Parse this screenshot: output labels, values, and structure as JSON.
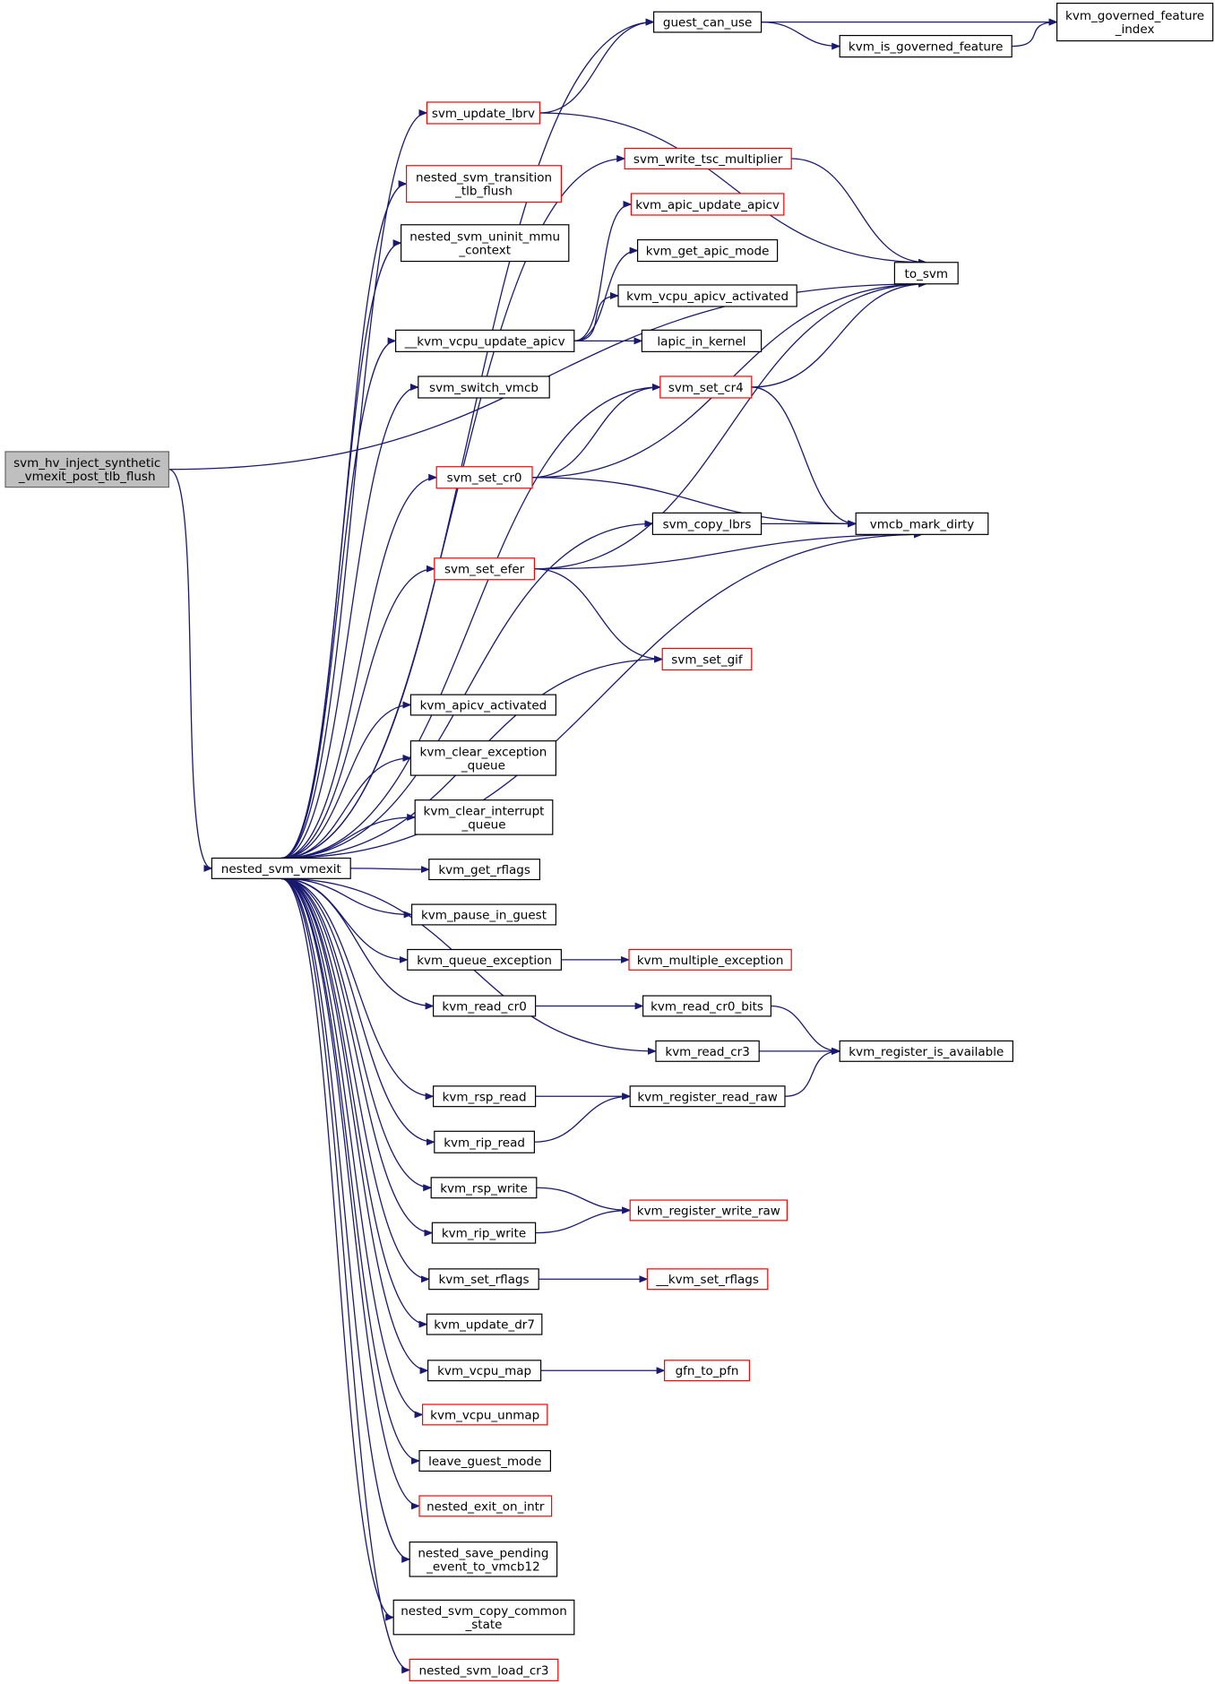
{
  "colors": {
    "edge": "#191970",
    "node_border_default": "#000000",
    "node_border_truncated": "#ff0000",
    "node_fill_default": "#ffffff",
    "node_fill_root": "#bfbfbf",
    "node_border_root": "#666666"
  },
  "nodes": [
    {
      "id": "root",
      "lines": [
        "svm_hv_inject_synthetic",
        "_vmexit_post_tlb_flush"
      ],
      "style": "root"
    },
    {
      "id": "nested_svm_vmexit",
      "lines": [
        "nested_svm_vmexit"
      ],
      "style": "normal"
    },
    {
      "id": "guest_can_use",
      "lines": [
        "guest_can_use"
      ],
      "style": "normal"
    },
    {
      "id": "kvm_governed_feature_index",
      "lines": [
        "kvm_governed_feature",
        "_index"
      ],
      "style": "normal"
    },
    {
      "id": "kvm_is_governed_feature",
      "lines": [
        "kvm_is_governed_feature"
      ],
      "style": "normal"
    },
    {
      "id": "svm_update_lbrv",
      "lines": [
        "svm_update_lbrv"
      ],
      "style": "red"
    },
    {
      "id": "nested_svm_transition_tlb_flush",
      "lines": [
        "nested_svm_transition",
        "_tlb_flush"
      ],
      "style": "red"
    },
    {
      "id": "nested_svm_uninit_mmu_context",
      "lines": [
        "nested_svm_uninit_mmu",
        "_context"
      ],
      "style": "normal"
    },
    {
      "id": "svm_write_tsc_multiplier",
      "lines": [
        "svm_write_tsc_multiplier"
      ],
      "style": "red"
    },
    {
      "id": "kvm_apic_update_apicv",
      "lines": [
        "kvm_apic_update_apicv"
      ],
      "style": "red"
    },
    {
      "id": "kvm_get_apic_mode",
      "lines": [
        "kvm_get_apic_mode"
      ],
      "style": "normal"
    },
    {
      "id": "kvm_vcpu_apicv_activated",
      "lines": [
        "kvm_vcpu_apicv_activated"
      ],
      "style": "normal"
    },
    {
      "id": "to_svm",
      "lines": [
        "to_svm"
      ],
      "style": "normal"
    },
    {
      "id": "__kvm_vcpu_update_apicv",
      "lines": [
        "__kvm_vcpu_update_apicv"
      ],
      "style": "normal"
    },
    {
      "id": "lapic_in_kernel",
      "lines": [
        "lapic_in_kernel"
      ],
      "style": "normal"
    },
    {
      "id": "svm_switch_vmcb",
      "lines": [
        "svm_switch_vmcb"
      ],
      "style": "normal"
    },
    {
      "id": "svm_set_cr4",
      "lines": [
        "svm_set_cr4"
      ],
      "style": "red"
    },
    {
      "id": "svm_set_cr0",
      "lines": [
        "svm_set_cr0"
      ],
      "style": "red"
    },
    {
      "id": "svm_copy_lbrs",
      "lines": [
        "svm_copy_lbrs"
      ],
      "style": "normal"
    },
    {
      "id": "vmcb_mark_dirty",
      "lines": [
        "vmcb_mark_dirty"
      ],
      "style": "normal"
    },
    {
      "id": "svm_set_efer",
      "lines": [
        "svm_set_efer"
      ],
      "style": "red"
    },
    {
      "id": "svm_set_gif",
      "lines": [
        "svm_set_gif"
      ],
      "style": "red"
    },
    {
      "id": "kvm_apicv_activated",
      "lines": [
        "kvm_apicv_activated"
      ],
      "style": "normal"
    },
    {
      "id": "kvm_clear_exception_queue",
      "lines": [
        "kvm_clear_exception",
        "_queue"
      ],
      "style": "normal"
    },
    {
      "id": "kvm_clear_interrupt_queue",
      "lines": [
        "kvm_clear_interrupt",
        "_queue"
      ],
      "style": "normal"
    },
    {
      "id": "kvm_get_rflags",
      "lines": [
        "kvm_get_rflags"
      ],
      "style": "normal"
    },
    {
      "id": "kvm_pause_in_guest",
      "lines": [
        "kvm_pause_in_guest"
      ],
      "style": "normal"
    },
    {
      "id": "kvm_queue_exception",
      "lines": [
        "kvm_queue_exception"
      ],
      "style": "normal"
    },
    {
      "id": "kvm_multiple_exception",
      "lines": [
        "kvm_multiple_exception"
      ],
      "style": "red"
    },
    {
      "id": "kvm_read_cr0",
      "lines": [
        "kvm_read_cr0"
      ],
      "style": "normal"
    },
    {
      "id": "kvm_read_cr0_bits",
      "lines": [
        "kvm_read_cr0_bits"
      ],
      "style": "normal"
    },
    {
      "id": "kvm_read_cr3",
      "lines": [
        "kvm_read_cr3"
      ],
      "style": "normal"
    },
    {
      "id": "kvm_register_is_available",
      "lines": [
        "kvm_register_is_available"
      ],
      "style": "normal"
    },
    {
      "id": "kvm_rsp_read",
      "lines": [
        "kvm_rsp_read"
      ],
      "style": "normal"
    },
    {
      "id": "kvm_register_read_raw",
      "lines": [
        "kvm_register_read_raw"
      ],
      "style": "normal"
    },
    {
      "id": "kvm_rip_read",
      "lines": [
        "kvm_rip_read"
      ],
      "style": "normal"
    },
    {
      "id": "kvm_rsp_write",
      "lines": [
        "kvm_rsp_write"
      ],
      "style": "normal"
    },
    {
      "id": "kvm_register_write_raw",
      "lines": [
        "kvm_register_write_raw"
      ],
      "style": "red"
    },
    {
      "id": "kvm_rip_write",
      "lines": [
        "kvm_rip_write"
      ],
      "style": "normal"
    },
    {
      "id": "kvm_set_rflags",
      "lines": [
        "kvm_set_rflags"
      ],
      "style": "normal"
    },
    {
      "id": "__kvm_set_rflags",
      "lines": [
        "__kvm_set_rflags"
      ],
      "style": "red"
    },
    {
      "id": "kvm_update_dr7",
      "lines": [
        "kvm_update_dr7"
      ],
      "style": "normal"
    },
    {
      "id": "kvm_vcpu_map",
      "lines": [
        "kvm_vcpu_map"
      ],
      "style": "normal"
    },
    {
      "id": "gfn_to_pfn",
      "lines": [
        "gfn_to_pfn"
      ],
      "style": "red"
    },
    {
      "id": "kvm_vcpu_unmap",
      "lines": [
        "kvm_vcpu_unmap"
      ],
      "style": "red"
    },
    {
      "id": "leave_guest_mode",
      "lines": [
        "leave_guest_mode"
      ],
      "style": "normal"
    },
    {
      "id": "nested_exit_on_intr",
      "lines": [
        "nested_exit_on_intr"
      ],
      "style": "red"
    },
    {
      "id": "nested_save_pending_event_to_vmcb12",
      "lines": [
        "nested_save_pending",
        "_event_to_vmcb12"
      ],
      "style": "normal"
    },
    {
      "id": "nested_svm_copy_common_state",
      "lines": [
        "nested_svm_copy_common",
        "_state"
      ],
      "style": "normal"
    },
    {
      "id": "nested_svm_load_cr3",
      "lines": [
        "nested_svm_load_cr3"
      ],
      "style": "red"
    }
  ],
  "edges": [
    [
      "root",
      "to_svm"
    ],
    [
      "root",
      "nested_svm_vmexit"
    ],
    [
      "nested_svm_vmexit",
      "guest_can_use"
    ],
    [
      "nested_svm_vmexit",
      "svm_update_lbrv"
    ],
    [
      "nested_svm_vmexit",
      "nested_svm_transition_tlb_flush"
    ],
    [
      "nested_svm_vmexit",
      "nested_svm_uninit_mmu_context"
    ],
    [
      "nested_svm_vmexit",
      "svm_write_tsc_multiplier"
    ],
    [
      "nested_svm_vmexit",
      "__kvm_vcpu_update_apicv"
    ],
    [
      "nested_svm_vmexit",
      "svm_switch_vmcb"
    ],
    [
      "nested_svm_vmexit",
      "svm_set_cr4"
    ],
    [
      "nested_svm_vmexit",
      "svm_set_cr0"
    ],
    [
      "nested_svm_vmexit",
      "svm_copy_lbrs"
    ],
    [
      "nested_svm_vmexit",
      "svm_set_efer"
    ],
    [
      "nested_svm_vmexit",
      "svm_set_gif"
    ],
    [
      "nested_svm_vmexit",
      "vmcb_mark_dirty"
    ],
    [
      "nested_svm_vmexit",
      "kvm_apicv_activated"
    ],
    [
      "nested_svm_vmexit",
      "kvm_clear_exception_queue"
    ],
    [
      "nested_svm_vmexit",
      "kvm_clear_interrupt_queue"
    ],
    [
      "nested_svm_vmexit",
      "kvm_get_rflags"
    ],
    [
      "nested_svm_vmexit",
      "kvm_pause_in_guest"
    ],
    [
      "nested_svm_vmexit",
      "kvm_queue_exception"
    ],
    [
      "nested_svm_vmexit",
      "kvm_read_cr0"
    ],
    [
      "nested_svm_vmexit",
      "kvm_read_cr3"
    ],
    [
      "nested_svm_vmexit",
      "kvm_rsp_read"
    ],
    [
      "nested_svm_vmexit",
      "kvm_rip_read"
    ],
    [
      "nested_svm_vmexit",
      "kvm_rsp_write"
    ],
    [
      "nested_svm_vmexit",
      "kvm_rip_write"
    ],
    [
      "nested_svm_vmexit",
      "kvm_set_rflags"
    ],
    [
      "nested_svm_vmexit",
      "kvm_update_dr7"
    ],
    [
      "nested_svm_vmexit",
      "kvm_vcpu_map"
    ],
    [
      "nested_svm_vmexit",
      "kvm_vcpu_unmap"
    ],
    [
      "nested_svm_vmexit",
      "leave_guest_mode"
    ],
    [
      "nested_svm_vmexit",
      "nested_exit_on_intr"
    ],
    [
      "nested_svm_vmexit",
      "nested_save_pending_event_to_vmcb12"
    ],
    [
      "nested_svm_vmexit",
      "nested_svm_copy_common_state"
    ],
    [
      "nested_svm_vmexit",
      "nested_svm_load_cr3"
    ],
    [
      "guest_can_use",
      "kvm_governed_feature_index"
    ],
    [
      "guest_can_use",
      "kvm_is_governed_feature"
    ],
    [
      "kvm_is_governed_feature",
      "kvm_governed_feature_index"
    ],
    [
      "svm_update_lbrv",
      "guest_can_use"
    ],
    [
      "svm_update_lbrv",
      "to_svm"
    ],
    [
      "svm_write_tsc_multiplier",
      "to_svm"
    ],
    [
      "__kvm_vcpu_update_apicv",
      "kvm_apic_update_apicv"
    ],
    [
      "__kvm_vcpu_update_apicv",
      "kvm_get_apic_mode"
    ],
    [
      "__kvm_vcpu_update_apicv",
      "kvm_vcpu_apicv_activated"
    ],
    [
      "__kvm_vcpu_update_apicv",
      "lapic_in_kernel"
    ],
    [
      "svm_set_cr4",
      "to_svm"
    ],
    [
      "svm_set_cr4",
      "vmcb_mark_dirty"
    ],
    [
      "svm_set_cr0",
      "svm_set_cr4"
    ],
    [
      "svm_set_cr0",
      "to_svm"
    ],
    [
      "svm_set_cr0",
      "vmcb_mark_dirty"
    ],
    [
      "svm_copy_lbrs",
      "vmcb_mark_dirty"
    ],
    [
      "svm_set_efer",
      "to_svm"
    ],
    [
      "svm_set_efer",
      "vmcb_mark_dirty"
    ],
    [
      "svm_set_efer",
      "svm_set_gif"
    ],
    [
      "kvm_queue_exception",
      "kvm_multiple_exception"
    ],
    [
      "kvm_read_cr0",
      "kvm_read_cr0_bits"
    ],
    [
      "kvm_read_cr0_bits",
      "kvm_register_is_available"
    ],
    [
      "kvm_read_cr3",
      "kvm_register_is_available"
    ],
    [
      "kvm_rsp_read",
      "kvm_register_read_raw"
    ],
    [
      "kvm_rip_read",
      "kvm_register_read_raw"
    ],
    [
      "kvm_register_read_raw",
      "kvm_register_is_available"
    ],
    [
      "kvm_rsp_write",
      "kvm_register_write_raw"
    ],
    [
      "kvm_rip_write",
      "kvm_register_write_raw"
    ],
    [
      "kvm_set_rflags",
      "__kvm_set_rflags"
    ],
    [
      "kvm_vcpu_map",
      "gfn_to_pfn"
    ]
  ]
}
